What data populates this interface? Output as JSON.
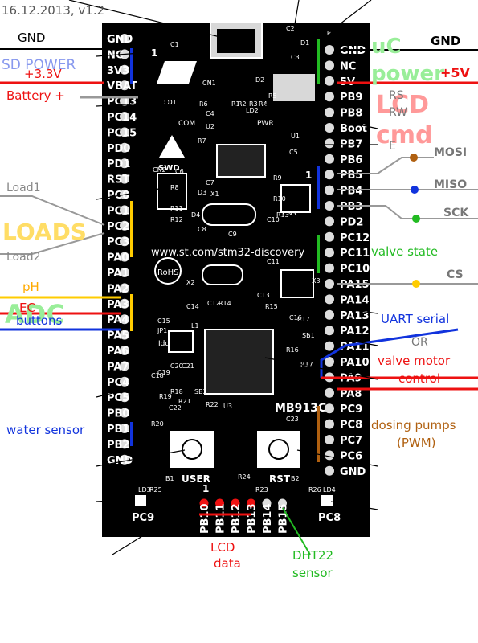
{
  "header": {
    "text": "16.12.2013, v1.2"
  },
  "board": {
    "model": "MB913C",
    "url": "www.st.com/stm32-discovery",
    "rohs": "RoHS",
    "logo": "ST",
    "swd": "SWD",
    "com": "COM",
    "idd": "Idd",
    "pwr": "PWR",
    "user_button": "USER",
    "reset_button": "RST",
    "tp1": "TP1",
    "pin1_left": "1",
    "pin1_right": "1",
    "pin1_bottom": "1",
    "components": [
      {
        "id": "c1",
        "label": "C1"
      },
      {
        "id": "c2",
        "label": "C2"
      },
      {
        "id": "c3",
        "label": "C3"
      },
      {
        "id": "d1",
        "label": "D1"
      },
      {
        "id": "cn1",
        "label": "CN1"
      },
      {
        "id": "d2",
        "label": "D2"
      },
      {
        "id": "r1",
        "label": "R1"
      },
      {
        "id": "r2",
        "label": "R2"
      },
      {
        "id": "r3",
        "label": "R3"
      },
      {
        "id": "r4",
        "label": "R4"
      },
      {
        "id": "r5",
        "label": "R5"
      },
      {
        "id": "ld1",
        "label": "LD1"
      },
      {
        "id": "r6",
        "label": "R6"
      },
      {
        "id": "c4",
        "label": "C4"
      },
      {
        "id": "ld2",
        "label": "LD2"
      },
      {
        "id": "u2",
        "label": "U2"
      },
      {
        "id": "u1",
        "label": "U1"
      },
      {
        "id": "r7",
        "label": "R7"
      },
      {
        "id": "c5",
        "label": "C5"
      },
      {
        "id": "cn2",
        "label": "CN2"
      },
      {
        "id": "c6",
        "label": "C6"
      },
      {
        "id": "r8",
        "label": "R8"
      },
      {
        "id": "c7",
        "label": "C7"
      },
      {
        "id": "r9",
        "label": "R9"
      },
      {
        "id": "r10",
        "label": "R10"
      },
      {
        "id": "x1",
        "label": "X1"
      },
      {
        "id": "r11",
        "label": "R11"
      },
      {
        "id": "r12",
        "label": "R12"
      },
      {
        "id": "d3",
        "label": "D3"
      },
      {
        "id": "d4",
        "label": "D4"
      },
      {
        "id": "c8",
        "label": "C8"
      },
      {
        "id": "c9",
        "label": "C9"
      },
      {
        "id": "c10",
        "label": "C10"
      },
      {
        "id": "r13",
        "label": "R13"
      },
      {
        "id": "cn3",
        "label": "CN3"
      },
      {
        "id": "x2",
        "label": "X2"
      },
      {
        "id": "c11",
        "label": "C11"
      },
      {
        "id": "x3",
        "label": "X3"
      },
      {
        "id": "c12",
        "label": "C12"
      },
      {
        "id": "r14",
        "label": "R14"
      },
      {
        "id": "c13",
        "label": "C13"
      },
      {
        "id": "c14",
        "label": "C14"
      },
      {
        "id": "r15",
        "label": "R15"
      },
      {
        "id": "c16",
        "label": "C16"
      },
      {
        "id": "c17",
        "label": "C17"
      },
      {
        "id": "c15",
        "label": "C15"
      },
      {
        "id": "jp1",
        "label": "JP1"
      },
      {
        "id": "l1",
        "label": "L1"
      },
      {
        "id": "sb1",
        "label": "SB1"
      },
      {
        "id": "r16",
        "label": "R16"
      },
      {
        "id": "r17",
        "label": "R17"
      },
      {
        "id": "c18",
        "label": "C18"
      },
      {
        "id": "c19",
        "label": "C19"
      },
      {
        "id": "c20",
        "label": "C20"
      },
      {
        "id": "c21",
        "label": "C21"
      },
      {
        "id": "r18",
        "label": "R18"
      },
      {
        "id": "r19",
        "label": "R19"
      },
      {
        "id": "sb2",
        "label": "SB2"
      },
      {
        "id": "r21",
        "label": "R21"
      },
      {
        "id": "c22",
        "label": "C22"
      },
      {
        "id": "r22",
        "label": "R22"
      },
      {
        "id": "u3",
        "label": "U3"
      },
      {
        "id": "r20",
        "label": "R20"
      },
      {
        "id": "c23",
        "label": "C23"
      },
      {
        "id": "b1",
        "label": "B1"
      },
      {
        "id": "b2",
        "label": "B2"
      },
      {
        "id": "r24",
        "label": "R24"
      },
      {
        "id": "r23",
        "label": "R23"
      },
      {
        "id": "ld3",
        "label": "LD3"
      },
      {
        "id": "r25",
        "label": "R25"
      },
      {
        "id": "r26",
        "label": "R26"
      },
      {
        "id": "ld4",
        "label": "LD4"
      },
      {
        "id": "pc9_led",
        "label": "PC9"
      },
      {
        "id": "pc8_led",
        "label": "PC8"
      }
    ]
  },
  "left_header": [
    "GND",
    "NC",
    "3V3",
    "VBAT",
    "PC13",
    "PC14",
    "PC15",
    "PD0",
    "PD1",
    "RST",
    "PC0",
    "PC1",
    "PC2",
    "PC3",
    "PA0",
    "PA1",
    "PA2",
    "PA3",
    "PA4",
    "PA5",
    "PA6",
    "PA7",
    "PC4",
    "PC5",
    "PB0",
    "PB1",
    "PB2",
    "GND"
  ],
  "right_header": [
    "GND",
    "NC",
    "5V",
    "PB9",
    "PB8",
    "Boot",
    "PB7",
    "PB6",
    "PB5",
    "PB4",
    "PB3",
    "PD2",
    "PC12",
    "PC11",
    "PC10",
    "PA15",
    "PA14",
    "PA13",
    "PA12",
    "PA11",
    "PA10",
    "PA9",
    "PA8",
    "PC9",
    "PC8",
    "PC7",
    "PC6",
    "GND"
  ],
  "bottom_header": [
    "PB10",
    "PB11",
    "PB12",
    "PB13",
    "PB14",
    "PB15"
  ],
  "annotations": {
    "gnd_left": "GND",
    "sd_power": "SD POWER",
    "plus_3v3": "+3.3V",
    "battery": "Battery +",
    "load1": "Load1",
    "loads": "LOADS",
    "load2": "Load2",
    "ph": "pH",
    "adc": "ADC",
    "ec": "EC",
    "buttons": "buttons",
    "water_sensor": "water sensor",
    "gnd_right": "GND",
    "uc": "uC",
    "power": "power",
    "plus_5v": "+5V",
    "lcd": "LCD",
    "cmd": "cmd",
    "rs": "RS",
    "rw": "RW",
    "e": "E",
    "mosi": "MOSI",
    "miso": "MISO",
    "sck": "SCK",
    "valve_state": "valve state",
    "cs": "CS",
    "uart": "UART serial",
    "or": "OR",
    "valve_motor_1": "valve motor",
    "valve_motor_2": "control",
    "dosing_1": "dosing pumps",
    "dosing_2": "(PWM)",
    "lcd_data_1": "LCD",
    "lcd_data_2": "data",
    "dht22_1": "DHT22",
    "dht22_2": "sensor"
  },
  "colors": {
    "board": "#000000",
    "silk": "#ffffff",
    "pad": "#dddddd",
    "blue": "#1133dd",
    "red": "#ee1111",
    "green": "#22bb22",
    "orange": "#ffcc00",
    "brown": "#b06010",
    "gray": "#999999",
    "lcd_pink": "#ff9999",
    "adc_green": "#99ee99",
    "sd_blue": "#8899ee",
    "loads_yellow": "#ffdd66"
  }
}
